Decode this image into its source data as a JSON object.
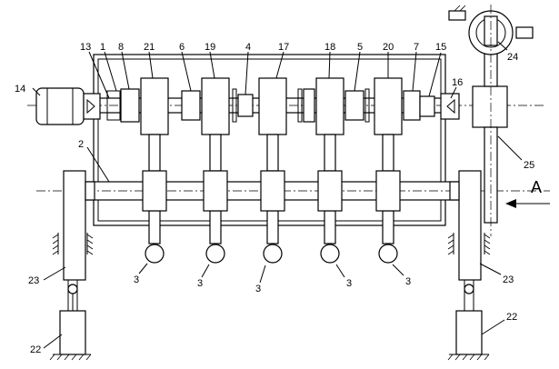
{
  "labels": {
    "l1": "1",
    "l2": "2",
    "l3": "3",
    "l4": "4",
    "l5": "5",
    "l6": "6",
    "l7": "7",
    "l8": "8",
    "l13": "13",
    "l14": "14",
    "l15": "15",
    "l16": "16",
    "l17": "17",
    "l18": "18",
    "l19": "19",
    "l20": "20",
    "l21": "21",
    "l22": "22",
    "l23": "23",
    "l24": "24",
    "l25": "25"
  },
  "arrow_label": "A"
}
